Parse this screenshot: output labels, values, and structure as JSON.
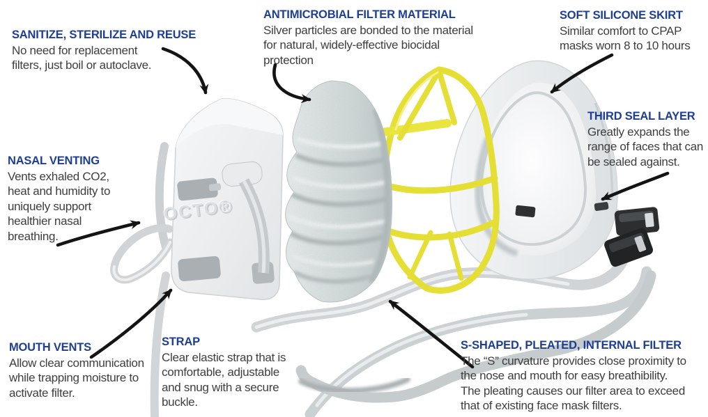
{
  "colors": {
    "background": "#ffffff",
    "heading_blue": "#1d3e92",
    "body_gray": "#3e3e3e",
    "arrow_black": "#141414",
    "cage_yellow": "#e7e13a",
    "shell_gray": "#edeff0",
    "strap_gray": "#ccd0d2",
    "buckle_dark": "#2b2d2f"
  },
  "illustration": {
    "logo": "OCTO®"
  },
  "labels": [
    {
      "id": "sanitize",
      "heading": "SANITIZE, STERILIZE AND REUSE",
      "lines": [
        "No need for replacement",
        "filters, just boil or autoclave."
      ]
    },
    {
      "id": "antimicrobial",
      "heading": "ANTIMICROBIAL FILTER MATERIAL",
      "lines": [
        "Silver particles are bonded to the material",
        "for natural, widely-effective biocidal",
        "protection"
      ]
    },
    {
      "id": "silicone",
      "heading": "SOFT SILICONE SKIRT",
      "lines": [
        "Similar comfort to CPAP",
        "masks worn 8 to 10 hours"
      ]
    },
    {
      "id": "third_seal",
      "heading": "THIRD SEAL LAYER",
      "lines": [
        "Greatly expands the",
        "range of faces that can",
        "be sealed against."
      ]
    },
    {
      "id": "nasal",
      "heading": "NASAL VENTING",
      "lines": [
        "Vents exhaled CO2,",
        "heat and humidity to",
        "uniquely support",
        "healthier nasal",
        "breathing."
      ]
    },
    {
      "id": "mouth",
      "heading": "MOUTH VENTS",
      "lines": [
        "Allow clear communication",
        "while trapping moisture to",
        "activate filter."
      ]
    },
    {
      "id": "strap",
      "heading": "STRAP",
      "lines": [
        "Clear elastic strap that is",
        "comfortable, adjustable",
        "and snug with a secure",
        "buckle."
      ]
    },
    {
      "id": "s_filter",
      "heading": "S-SHAPED, PLEATED, INTERNAL FILTER",
      "lines": [
        "The “S” curvature provides close proximity to",
        "the nose and mouth for easy breathibility.",
        "The pleating causes our filter area to exceed",
        "that of existing face mask filters."
      ]
    }
  ]
}
